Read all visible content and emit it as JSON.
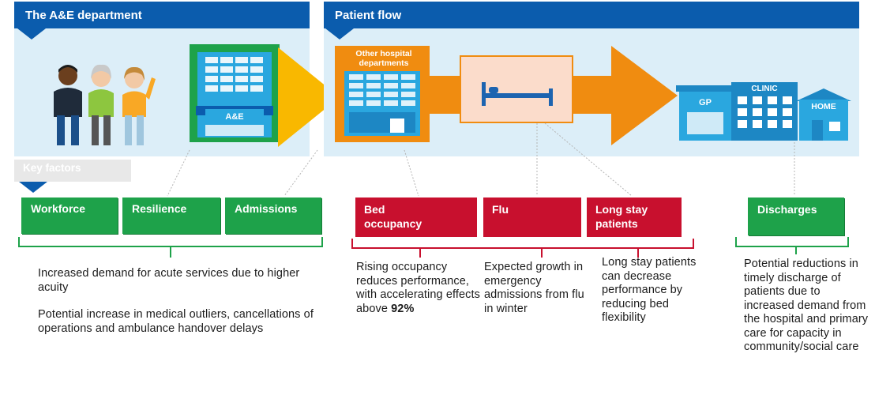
{
  "ae_panel": {
    "title": "The A&E department",
    "building_sign": "A&E"
  },
  "flow_panel": {
    "title": "Patient flow",
    "hospital_label": "Other hospital departments",
    "gp_label": "GP",
    "clinic_label": "CLINIC",
    "home_label": "HOME"
  },
  "key_factors_label": "Key factors",
  "factors": {
    "workforce": "Workforce",
    "resilience": "Resilience",
    "admissions": "Admissions",
    "bed_occupancy": "Bed occupancy",
    "flu": "Flu",
    "long_stay": "Long stay patients",
    "discharges": "Discharges"
  },
  "descriptions": {
    "ae_demand": "Increased demand for acute services due to higher acuity",
    "ae_outliers": "Potential increase in medical outliers, cancellations of operations and ambulance handover delays",
    "occupancy_prefix": "Rising occupancy reduces performance, with accelerating effects above ",
    "occupancy_value": "92%",
    "flu": "Expected growth in emergency admissions from flu in winter",
    "long_stay": "Long stay patients can decrease performance by reducing bed flexibility",
    "discharges": "Potential reductions in timely discharge of patients due to increased demand from the hospital and primary care for capacity in community/social care"
  },
  "colors": {
    "banner_blue": "#0b5cad",
    "panel_blue": "#dceef8",
    "factor_green": "#1ea24a",
    "factor_red": "#c8102e",
    "arrow_orange": "#f08c10",
    "arrow_yellow": "#f9b800"
  }
}
